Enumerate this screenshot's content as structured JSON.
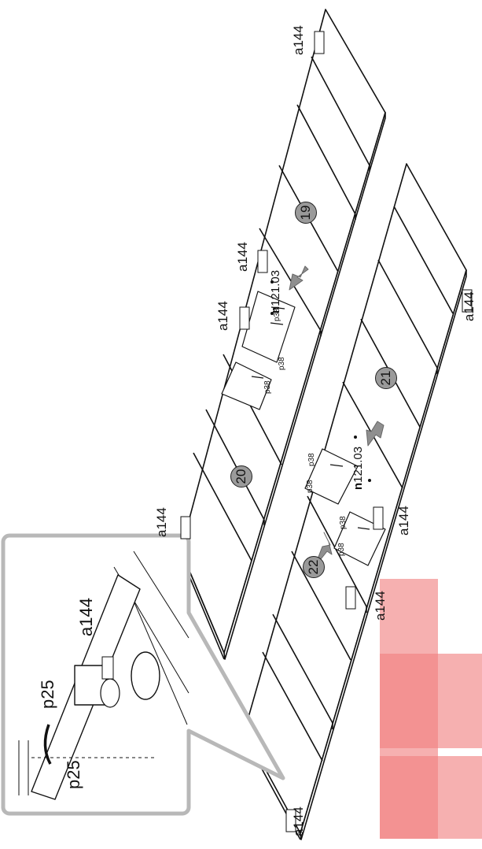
{
  "panels": [
    {
      "number": "19"
    },
    {
      "number": "20"
    },
    {
      "number": "21"
    },
    {
      "number": "22"
    }
  ],
  "labels": {
    "hinge": "a144",
    "screw": "p25",
    "dowel": "p38",
    "hole_code_prefix": "n",
    "hole_code": "121.03"
  },
  "colors": {
    "line": "#111111",
    "panel_badge": "#9a9a9a",
    "arrow": "#8f8f8f",
    "logo": "#f08080",
    "callout_border": "#b8b8b8"
  },
  "icons": [
    "rotate-arrow-icon",
    "arrow-icon",
    "hinge-icon",
    "dowel-icon",
    "screw-icon"
  ]
}
